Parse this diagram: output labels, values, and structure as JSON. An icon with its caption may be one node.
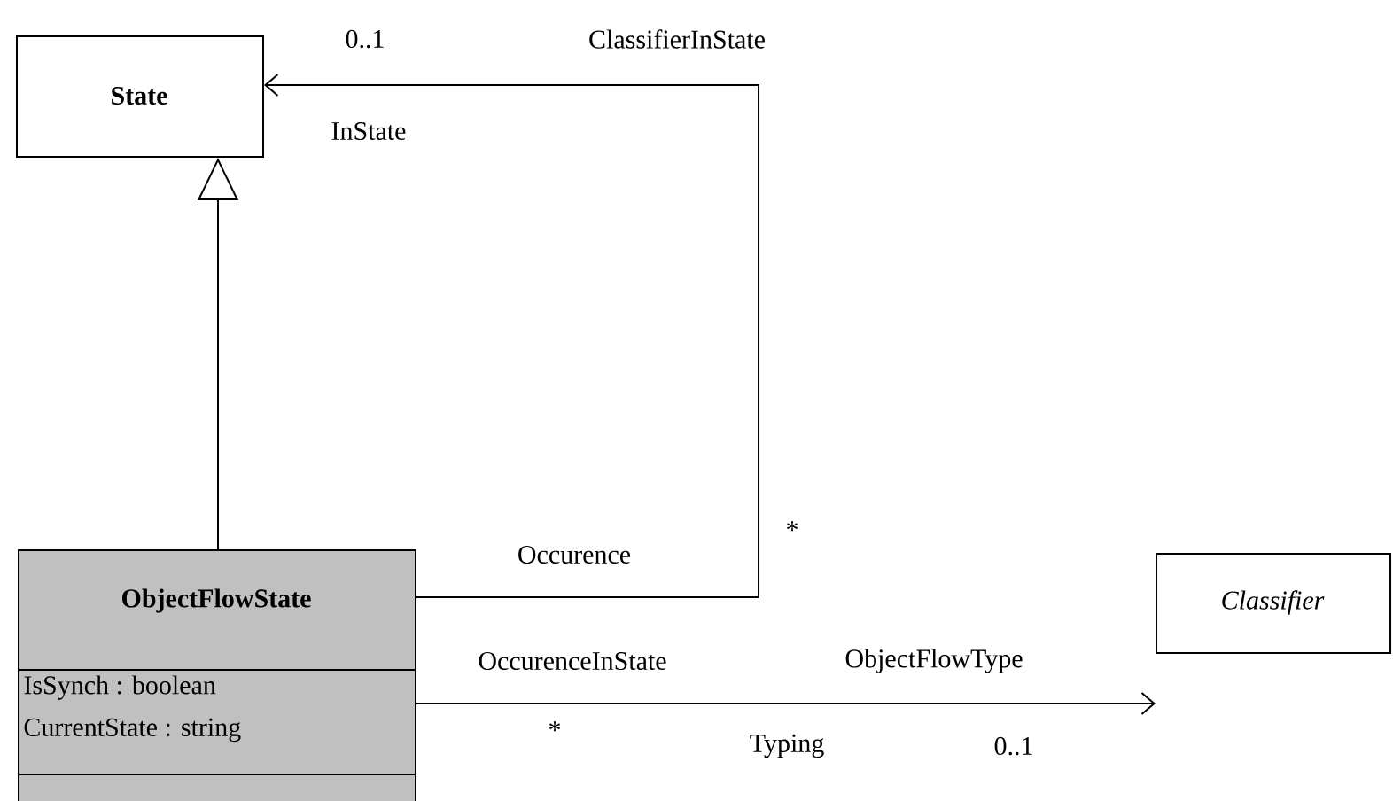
{
  "diagram": {
    "nodes": [
      {
        "text": [
          "State"
        ]
      },
      {
        "text": [
          "ObjectFlowState",
          "IsSynch : boolean",
          "CurrentState : string"
        ]
      },
      {
        "text": [
          "Classifier"
        ]
      }
    ],
    "edges": [
      {
        "from": 1,
        "to": 0,
        "arrow": "to"
      },
      {
        "from": 1,
        "to": 0,
        "arrow": "to",
        "label": "ClassifierInState"
      },
      {
        "from": 1,
        "to": 2,
        "arrow": "to",
        "label": "Typing"
      }
    ],
    "labels": [
      "0..1",
      "InState",
      "*",
      "Occurence",
      "OccurenceInState",
      "ObjectFlowType",
      "*",
      "0..1"
    ]
  }
}
